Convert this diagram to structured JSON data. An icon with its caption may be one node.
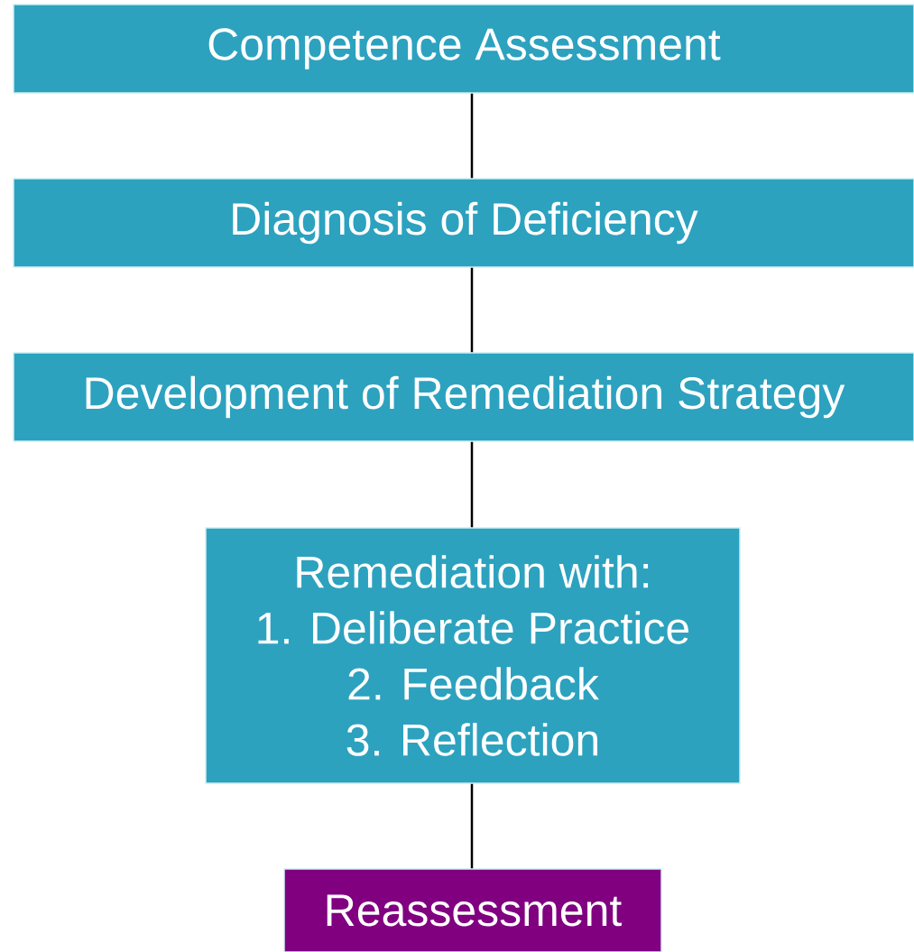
{
  "diagram": {
    "nodes": [
      {
        "text": [
          "Competence Assessment"
        ]
      },
      {
        "text": [
          "Diagnosis of Deficiency"
        ]
      },
      {
        "text": [
          "Development of Remediation Strategy"
        ]
      },
      {
        "text": [
          "Remediation with:",
          "1. Deliberate Practice",
          "2. Feedback",
          "3. Reflection"
        ]
      },
      {
        "text": [
          "Reassessment"
        ]
      }
    ],
    "edges": [
      {
        "from": 0,
        "to": 1,
        "arrow": "none"
      },
      {
        "from": 1,
        "to": 2,
        "arrow": "none"
      },
      {
        "from": 2,
        "to": 3,
        "arrow": "none"
      },
      {
        "from": 3,
        "to": 4,
        "arrow": "none",
        "color": "#000000"
      }
    ]
  }
}
